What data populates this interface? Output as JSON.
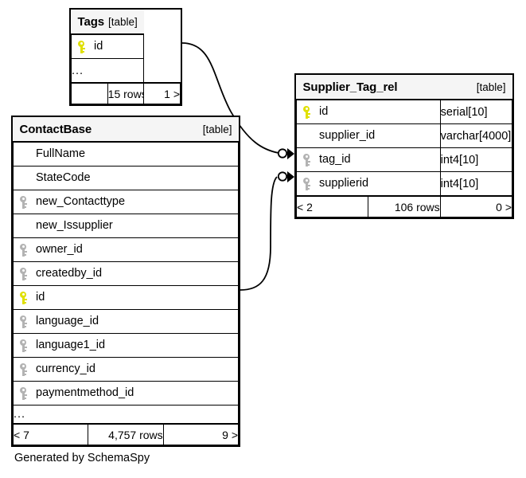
{
  "diagram": {
    "caption": "Generated by SchemaSpy",
    "key_colors": {
      "primary_key": "#e0e000",
      "foreign_key": "#b3b3b3"
    },
    "edge_color": "#000000"
  },
  "tables": [
    {
      "name": "Tags",
      "kind": "[table]",
      "columns": [
        {
          "name": "id",
          "key": "primary",
          "type": ""
        }
      ],
      "has_more": true,
      "more_label": "...",
      "footer": {
        "left": "",
        "center": "15 rows",
        "right": "1 >"
      }
    },
    {
      "name": "Supplier_Tag_rel",
      "kind": "[table]",
      "columns": [
        {
          "name": "id",
          "key": "primary",
          "type": "serial[10]"
        },
        {
          "name": "supplier_id",
          "key": "none",
          "type": "varchar[4000]"
        },
        {
          "name": "tag_id",
          "key": "foreign",
          "type": "int4[10]"
        },
        {
          "name": "supplierid",
          "key": "foreign",
          "type": "int4[10]"
        }
      ],
      "has_more": false,
      "more_label": "",
      "footer": {
        "left": "< 2",
        "center": "106 rows",
        "right": "0 >"
      }
    },
    {
      "name": "ContactBase",
      "kind": "[table]",
      "columns": [
        {
          "name": "FullName",
          "key": "none",
          "type": ""
        },
        {
          "name": "StateCode",
          "key": "none",
          "type": ""
        },
        {
          "name": "new_Contacttype",
          "key": "foreign",
          "type": ""
        },
        {
          "name": "new_Issupplier",
          "key": "none",
          "type": ""
        },
        {
          "name": "owner_id",
          "key": "foreign",
          "type": ""
        },
        {
          "name": "createdby_id",
          "key": "foreign",
          "type": ""
        },
        {
          "name": "id",
          "key": "primary",
          "type": ""
        },
        {
          "name": "language_id",
          "key": "foreign",
          "type": ""
        },
        {
          "name": "language1_id",
          "key": "foreign",
          "type": ""
        },
        {
          "name": "currency_id",
          "key": "foreign",
          "type": ""
        },
        {
          "name": "paymentmethod_id",
          "key": "foreign",
          "type": ""
        }
      ],
      "has_more": true,
      "more_label": "...",
      "footer": {
        "left": "< 7",
        "center": "4,757 rows",
        "right": "9 >"
      }
    }
  ],
  "relationships": [
    {
      "from_table": "Tags",
      "from_column": "id",
      "to_table": "Supplier_Tag_rel",
      "to_column": "tag_id"
    },
    {
      "from_table": "ContactBase",
      "from_column": "id",
      "to_table": "Supplier_Tag_rel",
      "to_column": "supplierid"
    }
  ]
}
